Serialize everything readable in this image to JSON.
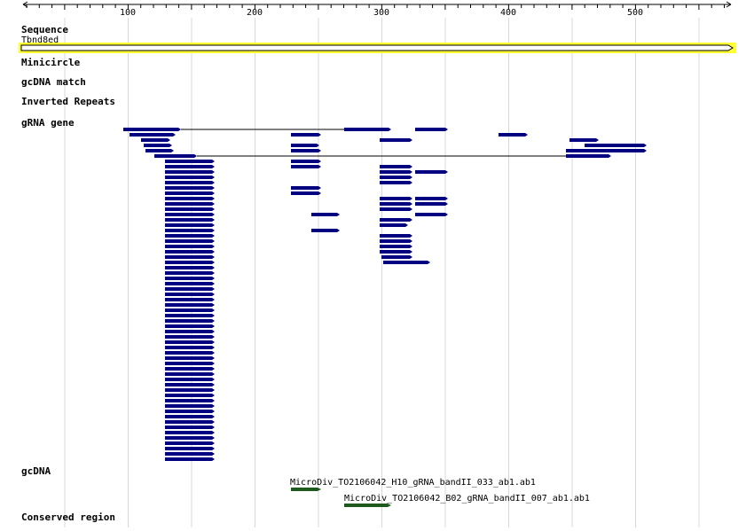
{
  "ruler": {
    "tick_labels": [
      "100",
      "200",
      "300",
      "400",
      "500"
    ]
  },
  "tracks": {
    "sequence": {
      "label": "Sequence",
      "name": "Tbnd8ed"
    },
    "minicircle": {
      "label": "Minicircle"
    },
    "gcdna_match": {
      "label": "gcDNA match"
    },
    "inverted_repeats": {
      "label": "Inverted Repeats"
    },
    "grna_gene": {
      "label": "gRNA gene"
    },
    "gcdna": {
      "label": "gcDNA",
      "features": [
        "MicroDiv_TO2106042_H10_gRNA_bandII_033_ab1.ab1",
        "MicroDiv_TO2106042_B02_gRNA_bandII_007_ab1.ab1"
      ]
    },
    "conserved_region": {
      "label": "Conserved region"
    }
  },
  "colors": {
    "grna_feature": "#000080",
    "gcdna_feature": "#1e5a1e",
    "selection_highlight": "#ffff33",
    "grid": "#d8d8d8"
  }
}
